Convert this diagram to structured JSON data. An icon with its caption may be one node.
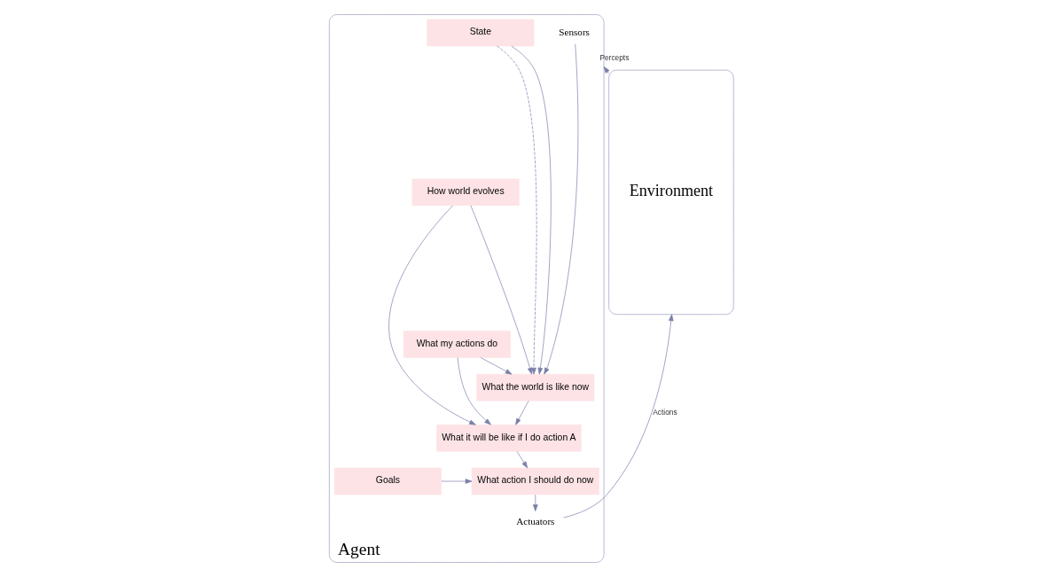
{
  "diagram": {
    "nodes": [
      {
        "text": [
          "Agent"
        ]
      },
      {
        "text": [
          "Sensors"
        ],
        "in": 0
      },
      {
        "text": [
          "State"
        ],
        "in": 0
      },
      {
        "text": [
          "How world evolves"
        ],
        "in": 0
      },
      {
        "text": [
          "What my actions do"
        ],
        "in": 0
      },
      {
        "text": [
          "What the world is like now"
        ],
        "in": 0
      },
      {
        "text": [
          "What it will be like if I do action A"
        ],
        "in": 0
      },
      {
        "text": [
          "Goals"
        ],
        "in": 0
      },
      {
        "text": [
          "What action I should do now"
        ],
        "in": 0
      },
      {
        "text": [
          "Actuators"
        ],
        "in": 0
      },
      {
        "text": [
          "Environment"
        ]
      }
    ],
    "edges": [
      {
        "from": 1,
        "to": 5,
        "arrow": "to"
      },
      {
        "from": 2,
        "to": 5,
        "arrow": "to",
        "style": "dashed"
      },
      {
        "from": 2,
        "to": 5,
        "arrow": "to"
      },
      {
        "from": 3,
        "to": 5,
        "arrow": "to"
      },
      {
        "from": 3,
        "to": 6,
        "arrow": "to"
      },
      {
        "from": 4,
        "to": 5,
        "arrow": "to"
      },
      {
        "from": 4,
        "to": 6,
        "arrow": "to"
      },
      {
        "from": 5,
        "to": 6,
        "arrow": "to"
      },
      {
        "from": 6,
        "to": 8,
        "arrow": "to"
      },
      {
        "from": 7,
        "to": 8,
        "arrow": "to"
      },
      {
        "from": 8,
        "to": 9,
        "arrow": "to"
      },
      {
        "from": 10,
        "to": 0,
        "arrow": "to",
        "label": "Percepts"
      },
      {
        "from": 9,
        "to": 10,
        "arrow": "to",
        "label": "Actions"
      }
    ]
  }
}
